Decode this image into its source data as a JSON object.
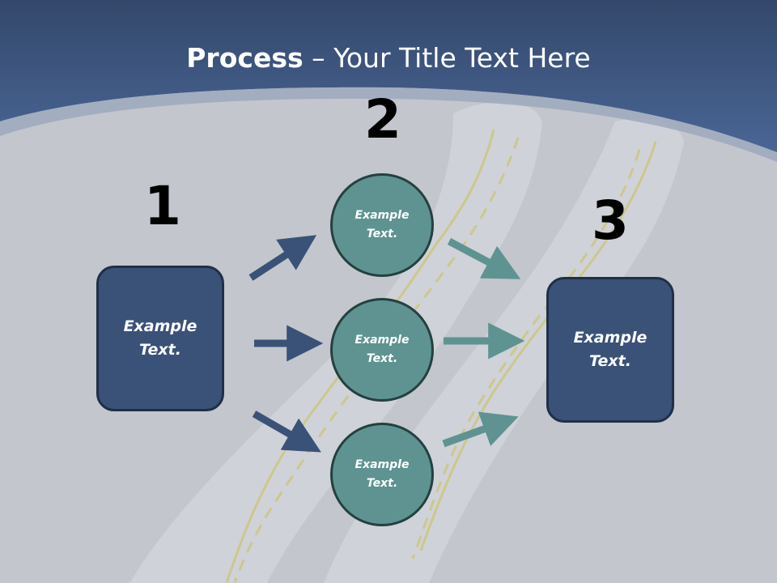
{
  "title": {
    "bold": "Process",
    "rest": " – Your Title Text Here"
  },
  "steps": [
    {
      "number": "1",
      "label": "Example Text."
    },
    {
      "number": "2",
      "labels": [
        "Example Text.",
        "Example Text.",
        "Example Text."
      ]
    },
    {
      "number": "3",
      "label": "Example Text."
    }
  ],
  "colors": {
    "header": "#3f5c8c",
    "background": "#c3c6cc",
    "box_fill": "#3a5278",
    "circle_fill": "#5e9391",
    "arrow_blue": "#3a5278",
    "arrow_teal": "#5e9391"
  }
}
